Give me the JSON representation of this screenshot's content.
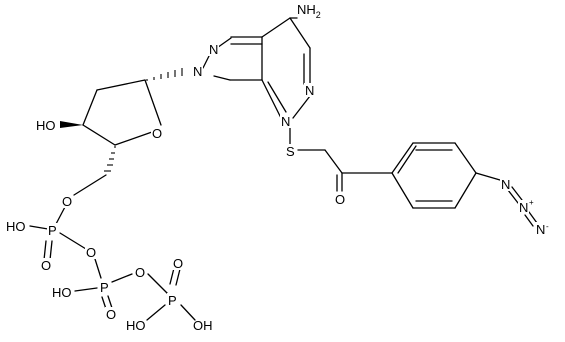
{
  "atoms": {
    "n_amine": "NH",
    "n_amine_sub": "2",
    "n7": "N",
    "n9": "N",
    "n1": "N",
    "n3": "N",
    "o_ring": "O",
    "o_hydroxyl": "HO",
    "s_thioether": "S",
    "o_ketone": "O",
    "n_azide_1": "N",
    "n_azide_2": "N",
    "n_azide_2_charge": "+",
    "n_azide_3": "N",
    "n_azide_3_charge": "-",
    "o_5prime": "O",
    "p_alpha": "P",
    "p_alpha_oh": "HO",
    "p_alpha_o": "O",
    "o_bridge_1": "O",
    "p_beta": "P",
    "p_beta_oh": "HO",
    "p_beta_o": "O",
    "o_bridge_2": "O",
    "p_gamma": "P",
    "p_gamma_o": "O",
    "p_gamma_oh_left": "HO",
    "p_gamma_oh_right": "OH"
  }
}
